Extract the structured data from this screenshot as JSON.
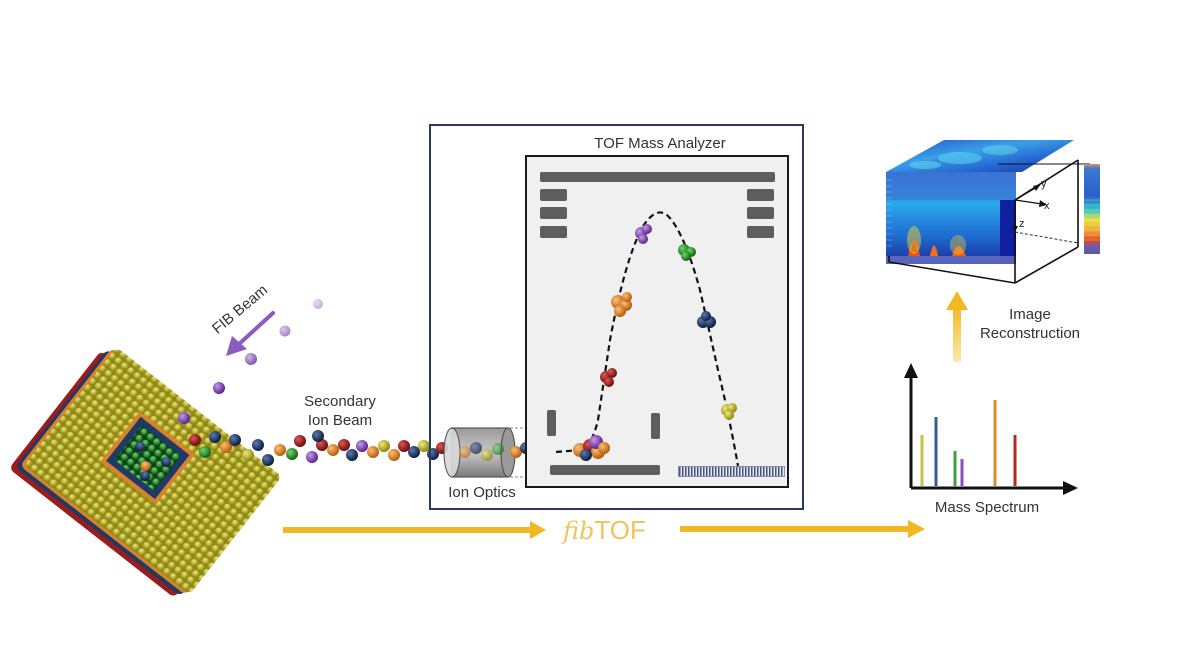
{
  "labels": {
    "fib_beam": "FIB Beam",
    "secondary_ion_beam_line1": "Secondary",
    "secondary_ion_beam_line2": "Ion Beam",
    "tof_title": "TOF Mass Analyzer",
    "ion_optics": "Ion Optics",
    "brand_prefix": "fib",
    "brand_suffix": "TOF",
    "mass_spectrum": "Mass Spectrum",
    "image_reconstruction_line1": "Image",
    "image_reconstruction_line2": "Reconstruction",
    "axis_x": "x",
    "axis_y": "y",
    "axis_z": "z"
  },
  "colors": {
    "flow_arrow": "#f2b824",
    "frame": "#2b3a5a",
    "fib_beam": "#8a5cbf",
    "sample_top": "#b5ad1c",
    "sample_edge_orange": "#d9822b",
    "sample_edge_blue": "#1f3a66",
    "sample_edge_red": "#9b1c1c"
  },
  "ion_species": [
    {
      "name": "purple",
      "color": "#7a3fb0"
    },
    {
      "name": "green",
      "color": "#2a8a2a"
    },
    {
      "name": "orange",
      "color": "#e0821e"
    },
    {
      "name": "navy",
      "color": "#1c2f55"
    },
    {
      "name": "red",
      "color": "#a31818"
    },
    {
      "name": "yellow",
      "color": "#c7c23a"
    }
  ],
  "mass_spectrum_peaks": [
    {
      "color": "#c9c04a",
      "height": 50
    },
    {
      "color": "#3a5b8f",
      "height": 68
    },
    {
      "color": "#3aa23a",
      "height": 35
    },
    {
      "color": "#8a4fc0",
      "height": 27
    },
    {
      "color": "#d98c2a",
      "height": 86
    },
    {
      "color": "#b52626",
      "height": 50
    }
  ]
}
